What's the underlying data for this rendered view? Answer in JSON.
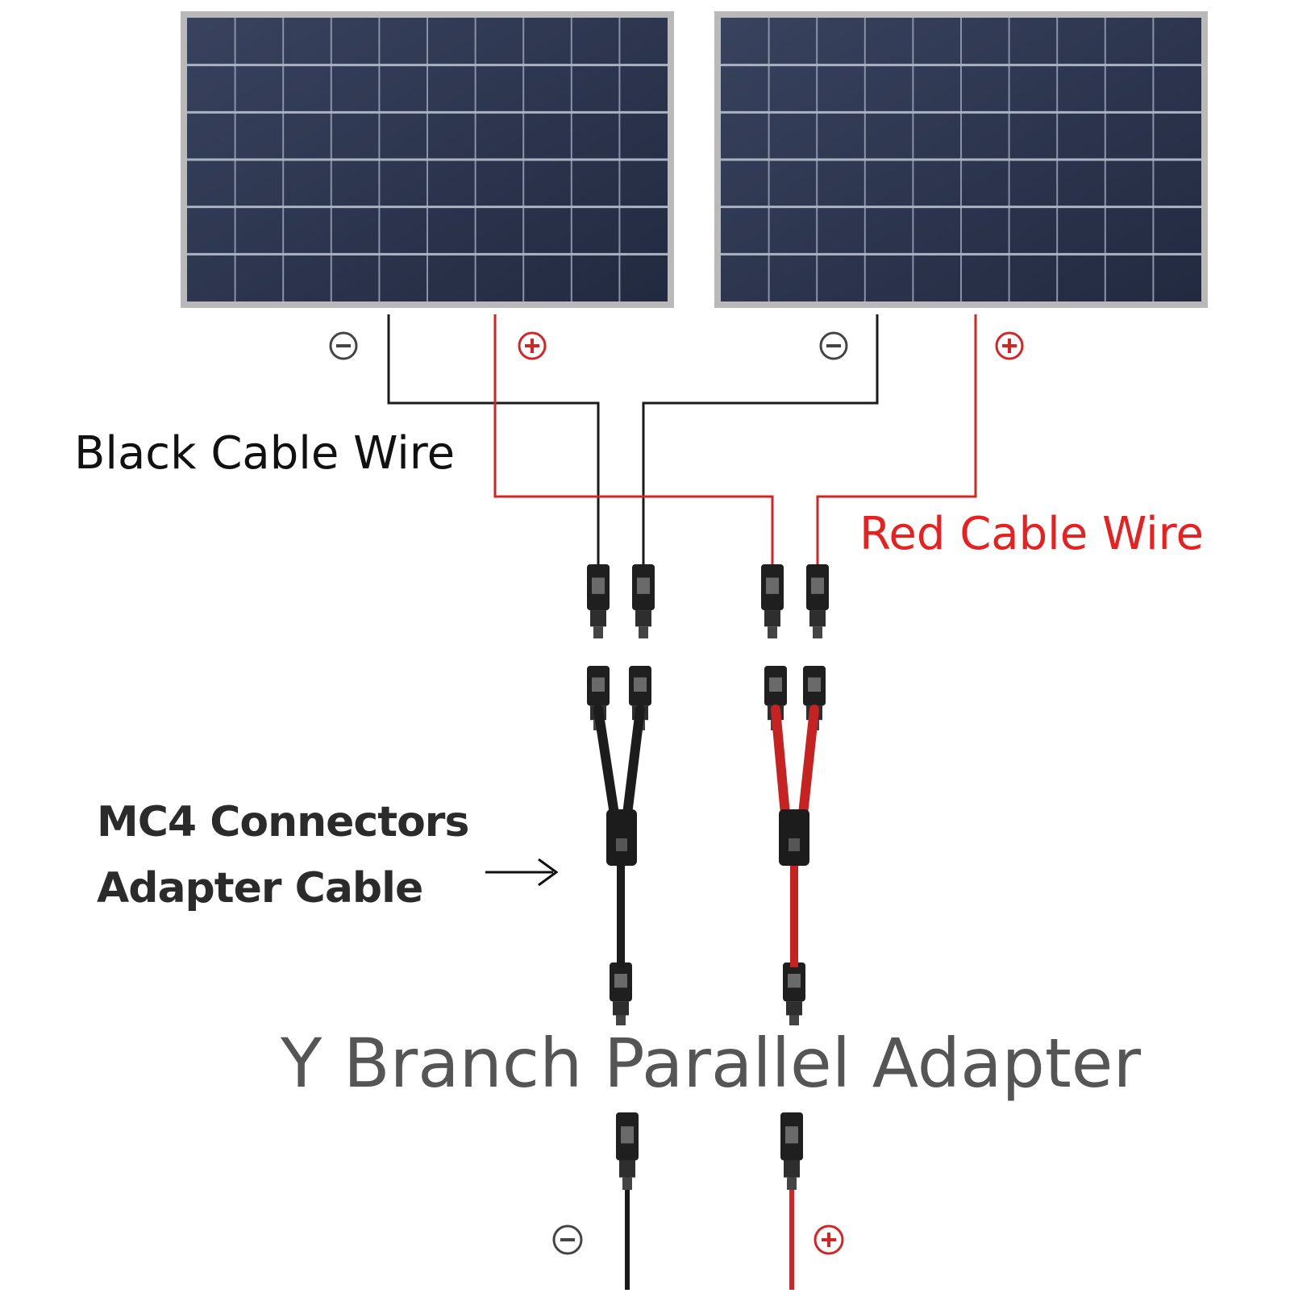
{
  "labels": {
    "black_cable": "Black Cable Wire",
    "red_cable": "Red Cable Wire",
    "mc4_line1": "MC4 Connectors",
    "mc4_line2": "Adapter Cable",
    "y_branch": "Y Branch Parallel Adapter"
  },
  "panels": [
    {
      "name": "left-solar-panel",
      "cols": 10,
      "rows": 6
    },
    {
      "name": "right-solar-panel",
      "cols": 10,
      "rows": 6
    }
  ],
  "colors": {
    "black_wire": "#1a1a1a",
    "red_wire": "#d62424",
    "panel_cell": "#2c3550",
    "panel_frame": "#c8c8c8",
    "red_text": "#e8201f"
  },
  "icons": {
    "minus": "minus-circle-icon",
    "plus": "plus-circle-icon",
    "arrow": "arrow-right-icon"
  }
}
